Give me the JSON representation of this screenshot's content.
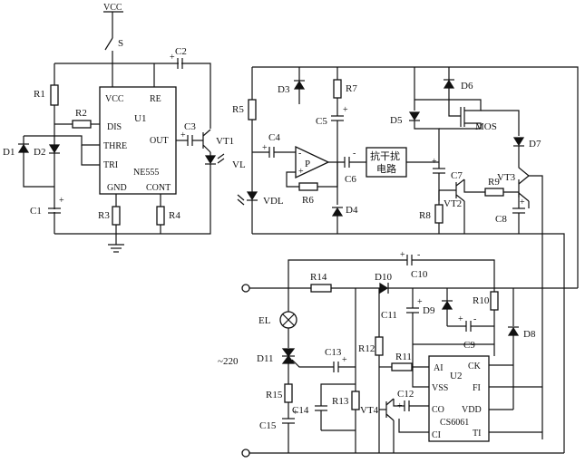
{
  "supply": {
    "vcc": "VCC",
    "switch": "S",
    "mains": "~220"
  },
  "timer": {
    "chip": "U1",
    "part": "NE555",
    "pins": {
      "vcc": "VCC",
      "re": "RE",
      "dis": "DIS",
      "thre": "THRE",
      "out": "OUT",
      "tri": "TRI",
      "gnd": "GND",
      "cont": "CONT"
    }
  },
  "controller": {
    "chip": "U2",
    "part": "CS6061",
    "pins": {
      "ai": "AI",
      "ck": "CK",
      "vss": "VSS",
      "fi": "FI",
      "co": "CO",
      "vdd": "VDD",
      "ci": "CI",
      "ti": "TI"
    }
  },
  "amplifier": {
    "label": "P"
  },
  "anti_interference": {
    "line1": "抗干扰",
    "line2": "电路"
  },
  "mos": {
    "label": "MOS"
  },
  "lamp": {
    "label": "EL"
  },
  "components": {
    "R1": "R1",
    "R2": "R2",
    "R3": "R3",
    "R4": "R4",
    "R5": "R5",
    "R6": "R6",
    "R7": "R7",
    "R8": "R8",
    "R9": "R9",
    "R10": "R10",
    "R11": "R11",
    "R12": "R12",
    "R13": "R13",
    "R14": "R14",
    "R15": "R15",
    "C1": "C1",
    "C2": "C2",
    "C3": "C3",
    "C4": "C4",
    "C5": "C5",
    "C6": "C6",
    "C7": "C7",
    "C8": "C8",
    "C9": "C9",
    "C10": "C10",
    "C11": "C11",
    "C12": "C12",
    "C13": "C13",
    "C14": "C14",
    "C15": "C15",
    "D1": "D1",
    "D2": "D2",
    "D3": "D3",
    "D4": "D4",
    "D5": "D5",
    "D6": "D6",
    "D7": "D7",
    "D8": "D8",
    "D9": "D9",
    "D10": "D10",
    "D11": "D11",
    "VT1": "VT1",
    "VT2": "VT2",
    "VT3": "VT3",
    "VT4": "VT4",
    "VL": "VL",
    "VDL": "VDL"
  },
  "polarity": {
    "plus": "+",
    "minus": "-"
  }
}
